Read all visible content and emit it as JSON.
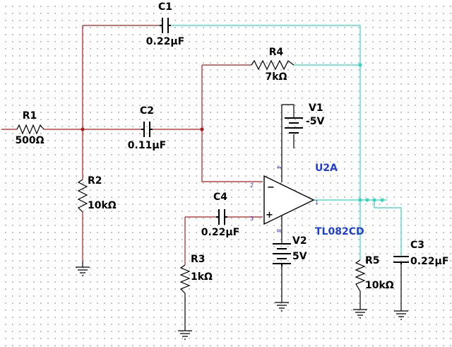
{
  "components": {
    "R1": {
      "ref": "R1",
      "value": "500Ω"
    },
    "R2": {
      "ref": "R2",
      "value": "10kΩ"
    },
    "R3": {
      "ref": "R3",
      "value": "1kΩ"
    },
    "R4": {
      "ref": "R4",
      "value": "7kΩ"
    },
    "R5": {
      "ref": "R5",
      "value": "10kΩ"
    },
    "C1": {
      "ref": "C1",
      "value": "0.22µF"
    },
    "C2": {
      "ref": "C2",
      "value": "0.11µF"
    },
    "C3": {
      "ref": "C3",
      "value": "0.22µF"
    },
    "C4": {
      "ref": "C4",
      "value": "0.22µF"
    },
    "V1": {
      "ref": "V1",
      "value": "-5V"
    },
    "V2": {
      "ref": "V2",
      "value": "5V"
    },
    "U2A": {
      "ref": "U2A",
      "part": "TL082CD",
      "pin_inverting": "2",
      "pin_noninverting": "3",
      "pin_output": "1",
      "pin_vminus": "4",
      "pin_vplus": "8",
      "minus_sign": "−",
      "plus_sign": "+"
    }
  },
  "colors": {
    "input_net": "#b01c1c",
    "output_net": "#35d6c2",
    "supply_net": "#000000",
    "opamp_labels": "#1f3fd8"
  }
}
